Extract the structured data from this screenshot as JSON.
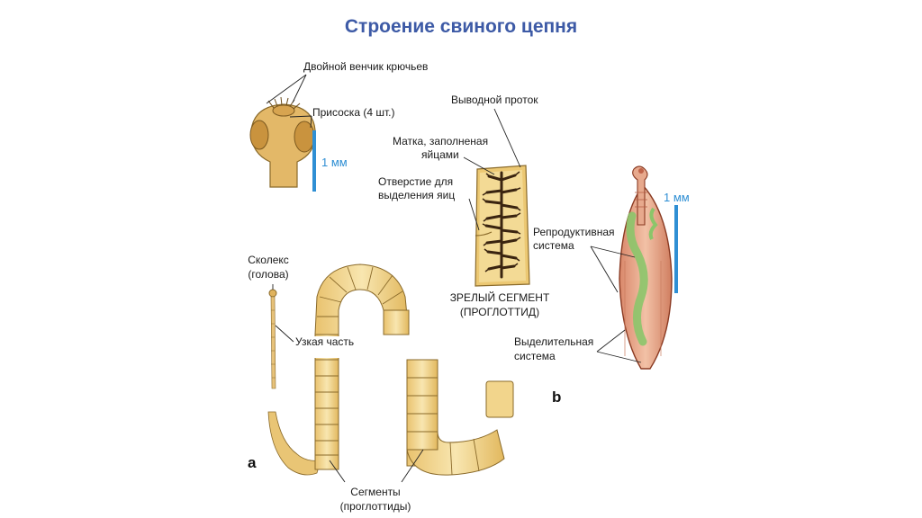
{
  "title": "Строение свиного цепня",
  "labels": {
    "hooks": "Двойной венчик крючьев",
    "sucker": "Присоска (4 шт.)",
    "scale_a": "1 мм",
    "duct": "Выводной проток",
    "uterus_1": "Матка, заполненая",
    "uterus_2": "яйцами",
    "opening_1": "Отверстие для",
    "opening_2": "выделения яиц",
    "segment_1": "ЗРЕЛЫЙ СЕГМЕНТ",
    "segment_2": "(ПРОГЛОТТИД)",
    "scale_b": "1 мм",
    "repro_1": "Репродуктивная",
    "repro_2": "система",
    "excretory_1": "Выделительная",
    "excretory_2": "система",
    "scolex_1": "Сколекс",
    "scolex_2": "(голова)",
    "neck": "Узкая часть",
    "segments_1": "Сегменты",
    "segments_2": "(проглоттиды)",
    "letter_a": "a",
    "letter_b": "b"
  },
  "colors": {
    "title": "#3d5aa6",
    "scale_bar": "#2f8fd4",
    "body_fill": "#f1d58c",
    "body_stroke": "#8a6a2a",
    "uterus": "#3a2410",
    "larva_fill": "#e8a98a",
    "larva_organ": "#8bc56a"
  }
}
